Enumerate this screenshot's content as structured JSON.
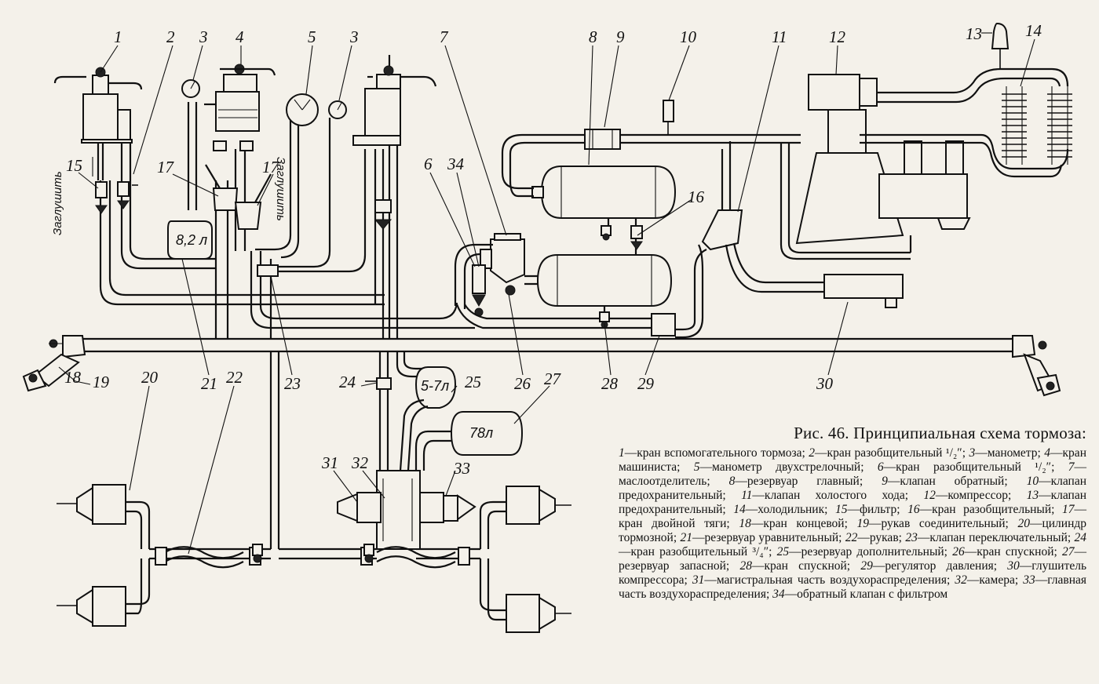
{
  "figure": {
    "title": "Рис. 46. Принципиальная схема тормоза:"
  },
  "legend": [
    {
      "key": "1",
      "text": "кран вспомогательного тормоза;"
    },
    {
      "key": "2",
      "text": "кран разобщительный ¹/₂″;"
    },
    {
      "key": "3",
      "text": "манометр;"
    },
    {
      "key": "4",
      "text": "кран машиниста;"
    },
    {
      "key": "5",
      "text": "манометр двухстрелочный;"
    },
    {
      "key": "6",
      "text": "кран разобщительный ¹/₂″;"
    },
    {
      "key": "7",
      "text": "маслоотделитель;"
    },
    {
      "key": "8",
      "text": "резервуар главный;"
    },
    {
      "key": "9",
      "text": "клапан обратный;"
    },
    {
      "key": "10",
      "text": "клапан предохранительный;"
    },
    {
      "key": "11",
      "text": "клапан холостого хода;"
    },
    {
      "key": "12",
      "text": "компрессор;"
    },
    {
      "key": "13",
      "text": "клапан предохранительный;"
    },
    {
      "key": "14",
      "text": "холодильник;"
    },
    {
      "key": "15",
      "text": "фильтр;"
    },
    {
      "key": "16",
      "text": "кран разобщительный;"
    },
    {
      "key": "17",
      "text": "кран двойной тяги;"
    },
    {
      "key": "18",
      "text": "кран концевой;"
    },
    {
      "key": "19",
      "text": "рукав соединительный;"
    },
    {
      "key": "20",
      "text": "цилиндр тормозной;"
    },
    {
      "key": "21",
      "text": "резервуар уравнительный;"
    },
    {
      "key": "22",
      "text": "рукав;"
    },
    {
      "key": "23",
      "text": "клапан переключательный;"
    },
    {
      "key": "24",
      "text": "кран разобщительный ³/₄″;"
    },
    {
      "key": "25",
      "text": "резервуар дополнительный;"
    },
    {
      "key": "26",
      "text": "кран спускной;"
    },
    {
      "key": "27",
      "text": "резервуар запасной;"
    },
    {
      "key": "28",
      "text": "кран спускной;"
    },
    {
      "key": "29",
      "text": "регулятор давления;"
    },
    {
      "key": "30",
      "text": "глушитель компрессора;"
    },
    {
      "key": "31",
      "text": "магистральная часть воздухораспределения;"
    },
    {
      "key": "32",
      "text": "камера;"
    },
    {
      "key": "33",
      "text": "главная часть воздухораспределения;"
    },
    {
      "key": "34",
      "text": "обратный клапан с фильтром"
    }
  ],
  "diagram": {
    "callouts": [
      "1",
      "2",
      "3",
      "4",
      "5",
      "3",
      "7",
      "8",
      "9",
      "10",
      "11",
      "12",
      "13",
      "14",
      "15",
      "17",
      "17",
      "6",
      "34",
      "16",
      "21",
      "23",
      "26",
      "28",
      "29",
      "30",
      "18",
      "19",
      "20",
      "22",
      "24",
      "25",
      "27",
      "31",
      "32",
      "33"
    ],
    "plug_labels": [
      "Заглушить",
      "Заглушить"
    ],
    "volumes": [
      "8,2 л",
      "5-7л",
      "78л"
    ]
  }
}
